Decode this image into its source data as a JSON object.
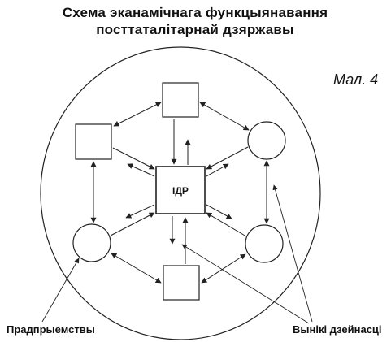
{
  "title": {
    "line1": "Схема эканамічнага функцыянавання",
    "line2": "посттаталітарнай дзяржавы"
  },
  "figure_label": "Мал. 4",
  "center_node": {
    "label": "ІДР"
  },
  "annotations": {
    "left": "Прадпрыемствы",
    "right": "Вынікі дзейнасці"
  },
  "colors": {
    "stroke": "#222222",
    "text": "#111111",
    "background": "#ffffff"
  }
}
